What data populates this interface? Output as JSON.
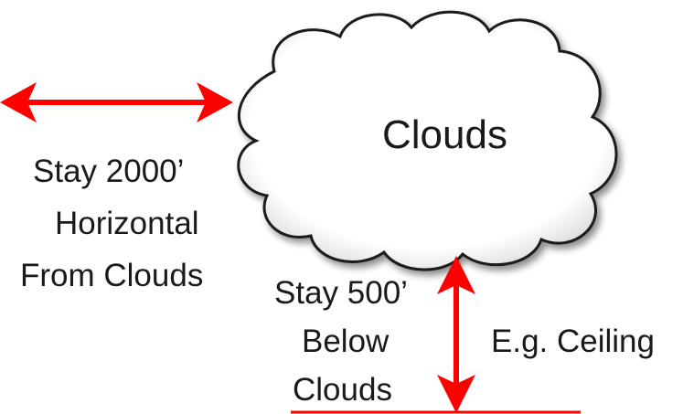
{
  "cloud": {
    "label": "Clouds",
    "fill": "#ffffff",
    "stroke": "#1a1a1a"
  },
  "horizontal": {
    "lines": [
      "Stay 2000’",
      "Horizontal",
      "From Clouds"
    ]
  },
  "below": {
    "lines": [
      "Stay 500’",
      "Below",
      "Clouds"
    ]
  },
  "ceiling": {
    "label": "E.g. Ceiling"
  },
  "colors": {
    "arrow": "#ff0000",
    "text": "#1a1a1a"
  },
  "icons": {
    "cloud": "cloud-shape",
    "horizontal_arrow": "double-headed-arrow-horizontal",
    "vertical_arrow": "double-headed-arrow-vertical"
  }
}
